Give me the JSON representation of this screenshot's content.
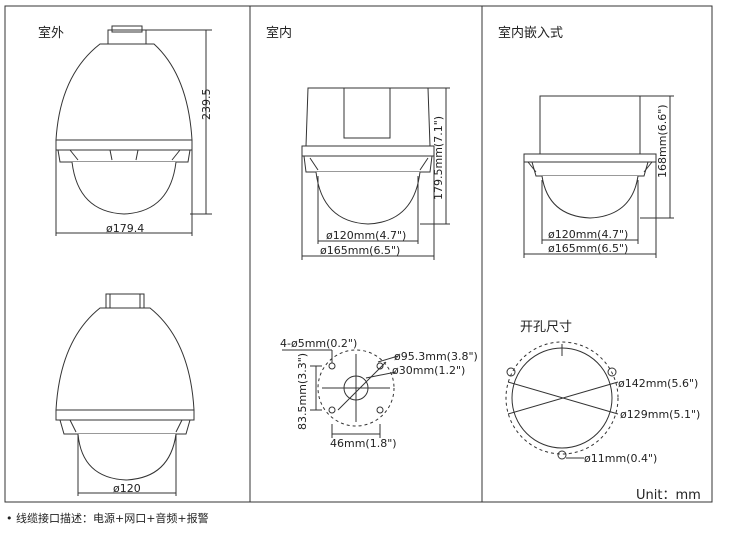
{
  "panels": {
    "outdoor": {
      "title": "室外"
    },
    "indoor": {
      "title": "室内"
    },
    "embedded": {
      "title": "室内嵌入式"
    },
    "cutout": {
      "title": "开孔尺寸"
    }
  },
  "dims": {
    "outdoor_height": "239.5",
    "outdoor_width": "ø179.4",
    "outdoor2_width": "ø120",
    "indoor_height": "179.5mm(7.1\")",
    "indoor_inner": "ø120mm(4.7\")",
    "indoor_outer": "ø165mm(6.5\")",
    "embed_height": "168mm(6.6\")",
    "embed_inner": "ø120mm(4.7\")",
    "embed_outer": "ø165mm(6.5\")",
    "mount_holes": "4-ø5mm(0.2\")",
    "mount_circle": "ø95.3mm(3.8\")",
    "mount_center": "ø30mm(1.2\")",
    "mount_vertical": "83.5mm(3.3\")",
    "mount_horizontal": "46mm(1.8\")",
    "cut_outer": "ø142mm(5.6\")",
    "cut_inner": "ø129mm(5.1\")",
    "cut_hole": "ø11mm(0.4\")"
  },
  "unit": "Unit：mm",
  "footnote": "• 线缆接口描述：电源+网口+音频+报警"
}
